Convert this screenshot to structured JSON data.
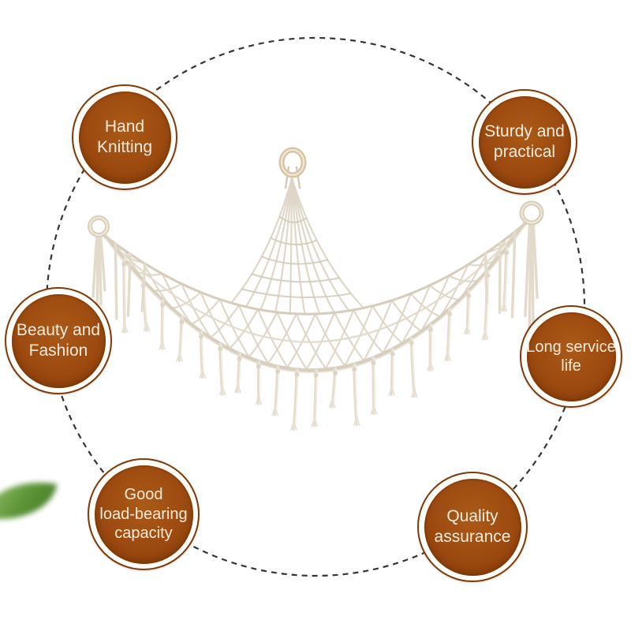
{
  "product": {
    "name": "macrame-hanging-net",
    "description": "Cream hand-knitted macrame hanging storage net with a top hanging ring, two corner rings and fringe tassels"
  },
  "badges": [
    {
      "id": "hand-knitting",
      "lines": [
        "Hand",
        "Knitting"
      ]
    },
    {
      "id": "sturdy-and-practical",
      "lines": [
        "Sturdy and",
        "practical"
      ]
    },
    {
      "id": "beauty-and-fashion",
      "lines": [
        "Beauty and",
        "Fashion"
      ]
    },
    {
      "id": "long-service-life",
      "lines": [
        "Long service",
        "life"
      ]
    },
    {
      "id": "good-load-bearing-capacity",
      "lines": [
        "Good",
        "load-bearing",
        "capacity"
      ]
    },
    {
      "id": "quality-assurance",
      "lines": [
        "Quality",
        "assurance"
      ]
    }
  ],
  "colors": {
    "background": "#ffffff",
    "badge_fill": "#9c4a10",
    "badge_fill_highlight": "#ab5a17",
    "badge_ring": "#7d3a0c",
    "badge_text": "#f6ecd9",
    "dashed_circle": "#3a332e",
    "net_cord": "#ddd5c6",
    "ring_beige": "#d5c5a2",
    "leaf_green": "#4e8b26"
  }
}
